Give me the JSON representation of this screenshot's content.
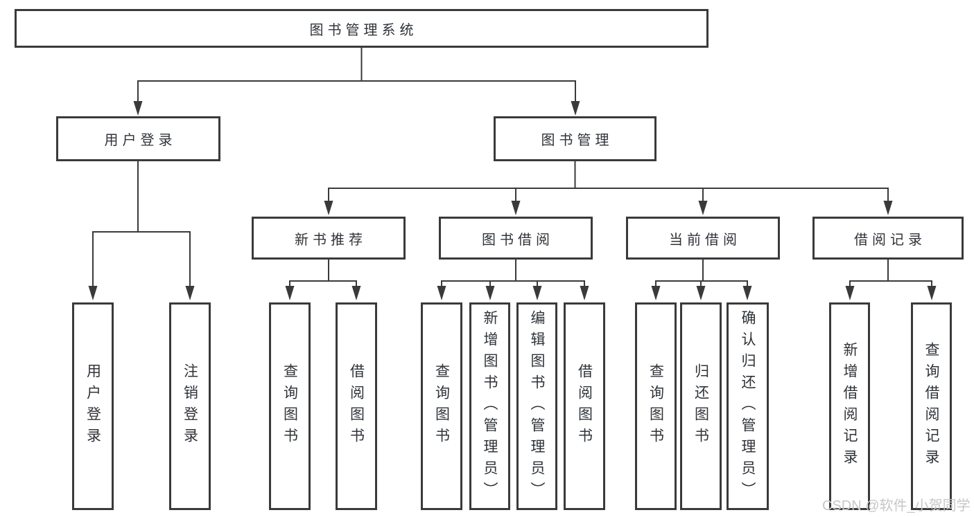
{
  "tree": {
    "label": "图书管理系统",
    "children": [
      {
        "label": "用户登录",
        "children": [
          {
            "label": "用户登录"
          },
          {
            "label": "注销登录"
          }
        ]
      },
      {
        "label": "图书管理",
        "children": [
          {
            "label": "新书推荐",
            "children": [
              {
                "label": "查询图书"
              },
              {
                "label": "借阅图书"
              }
            ]
          },
          {
            "label": "图书借阅",
            "children": [
              {
                "label": "查询图书"
              },
              {
                "label": "新增图书（管理员）"
              },
              {
                "label": "编辑图书（管理员）"
              },
              {
                "label": "借阅图书"
              }
            ]
          },
          {
            "label": "当前借阅",
            "children": [
              {
                "label": "查询图书"
              },
              {
                "label": "归还图书"
              },
              {
                "label": "确认归还（管理员）"
              }
            ]
          },
          {
            "label": "借阅记录",
            "children": [
              {
                "label": "新增借阅记录"
              },
              {
                "label": "查询借阅记录"
              }
            ]
          }
        ]
      }
    ]
  },
  "watermark": {
    "text": "CSDN @软件_小贺同学"
  },
  "colors": {
    "line": "#3a3a3a",
    "box_border": "#3a3a3a",
    "box_fill": "#ffffff",
    "text": "#2f3338",
    "watermark": "#c7c7cb",
    "background": "#ffffff"
  }
}
